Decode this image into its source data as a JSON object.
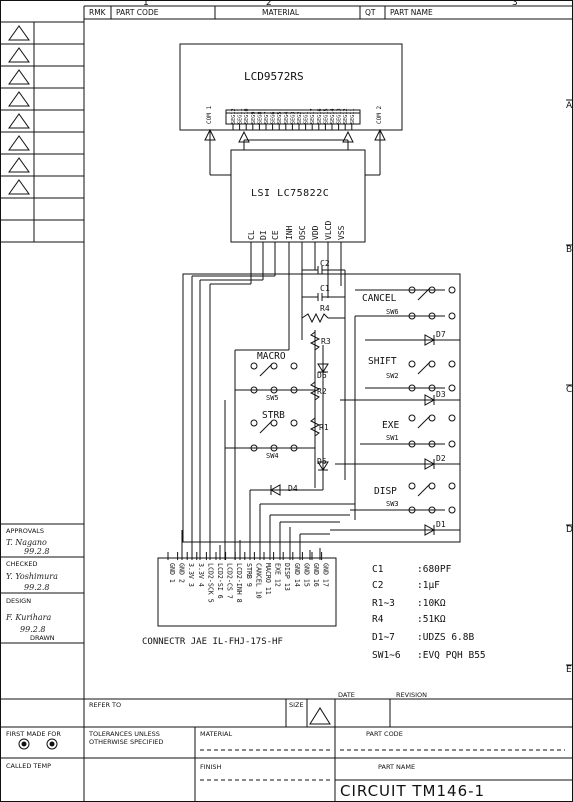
{
  "title_block": {
    "header": {
      "rmk": "RMK",
      "part_code": "PART CODE",
      "material": "MATERIAL",
      "qt": "QT",
      "part_name": "PART NAME"
    },
    "column_marks": [
      "1",
      "2",
      "3"
    ],
    "row_marks": [
      "A",
      "B",
      "C",
      "D",
      "E"
    ],
    "approvals_label": "APPROVALS",
    "approvals_sig": "T. Nagano",
    "approvals_date": "99.2.8",
    "checked_label": "CHECKED",
    "checked_sig": "Y. Yoshimura",
    "checked_date": "99.2.8",
    "design_label": "DESIGN",
    "design_sig": "F. Kurihara",
    "design_date": "99.2.8",
    "drawn_label": "DRAWN",
    "refer_to": "REFER TO",
    "size": "SIZE",
    "date": "DATE",
    "revision": "REVISION",
    "first_made_for": "FIRST MADE FOR",
    "tolerances": [
      "TOLERANCES UNLESS",
      "OTHERWISE SPECIFIED"
    ],
    "material": "MATERIAL",
    "part_code": "PART CODE",
    "called_temp": "CALLED TEMP",
    "finish": "FINISH",
    "part_name": "PART NAME",
    "drawing_name": "CIRCUIT TM146-1"
  },
  "schematic": {
    "lcd_name": "LCD9572RS",
    "lcd_com_left": "COM 1",
    "lcd_com_right": "COM 2",
    "lcd_segments": [
      "SEG12",
      "SEG11",
      "SEG10",
      "SEG9",
      "SEG8",
      "SEG7",
      "SEG6",
      "SEG5",
      "SEG4",
      "SEG3",
      "SEG2",
      "SEG1",
      "SEG17",
      "SEG16",
      "SEG15",
      "SEG14",
      "SEG13",
      "SEG12",
      "SEG11"
    ],
    "ic_name": "LSI LC75822C",
    "ic_pins": [
      "CL",
      "DI",
      "CE",
      "INH",
      "OSC",
      "VDD",
      "VLCD",
      "VSS"
    ],
    "connector_name": "CONNECTR JAE IL-FHJ-17S-HF",
    "connector_pins": [
      "GND 1",
      "GND 2",
      "3.3V 3",
      "3.3V 4",
      "LCD2-SCK 5",
      "LCD2-SI 6",
      "LCD2-CS 7",
      "LCD2-INH 8",
      "STRB 9",
      "CANCEL 10",
      "MACRO 11",
      "EXE 12",
      "DISP 13",
      "GND 14",
      "GND 15",
      "GND 16",
      "GND 17"
    ],
    "parts": {
      "c2": "C2",
      "c1": "C1",
      "r4": "R4",
      "r3": "R3",
      "r2": "R2",
      "r1": "R1",
      "d1": "D1",
      "d2": "D2",
      "d3": "D3",
      "d4": "D4",
      "d5": "D5",
      "d6": "D6",
      "d7": "D7"
    },
    "switches": [
      {
        "label": "CANCEL",
        "ref": "SW6"
      },
      {
        "label": "SHIFT",
        "ref": "SW2"
      },
      {
        "label": "EXE",
        "ref": "SW1"
      },
      {
        "label": "DISP",
        "ref": "SW3"
      },
      {
        "label": "MACRO",
        "ref": "SW5"
      },
      {
        "label": "STRB",
        "ref": "SW4"
      }
    ],
    "component_values": [
      {
        "name": "C1",
        "value": ":680PF"
      },
      {
        "name": "C2",
        "value": ":1μF"
      },
      {
        "name": "R1∼3",
        "value": ":10KΩ"
      },
      {
        "name": "R4",
        "value": ":51KΩ"
      },
      {
        "name": "D1∼7",
        "value": ":UDZS 6.8B"
      },
      {
        "name": "SW1∼6",
        "value": ":EVQ PQH B55"
      }
    ]
  }
}
